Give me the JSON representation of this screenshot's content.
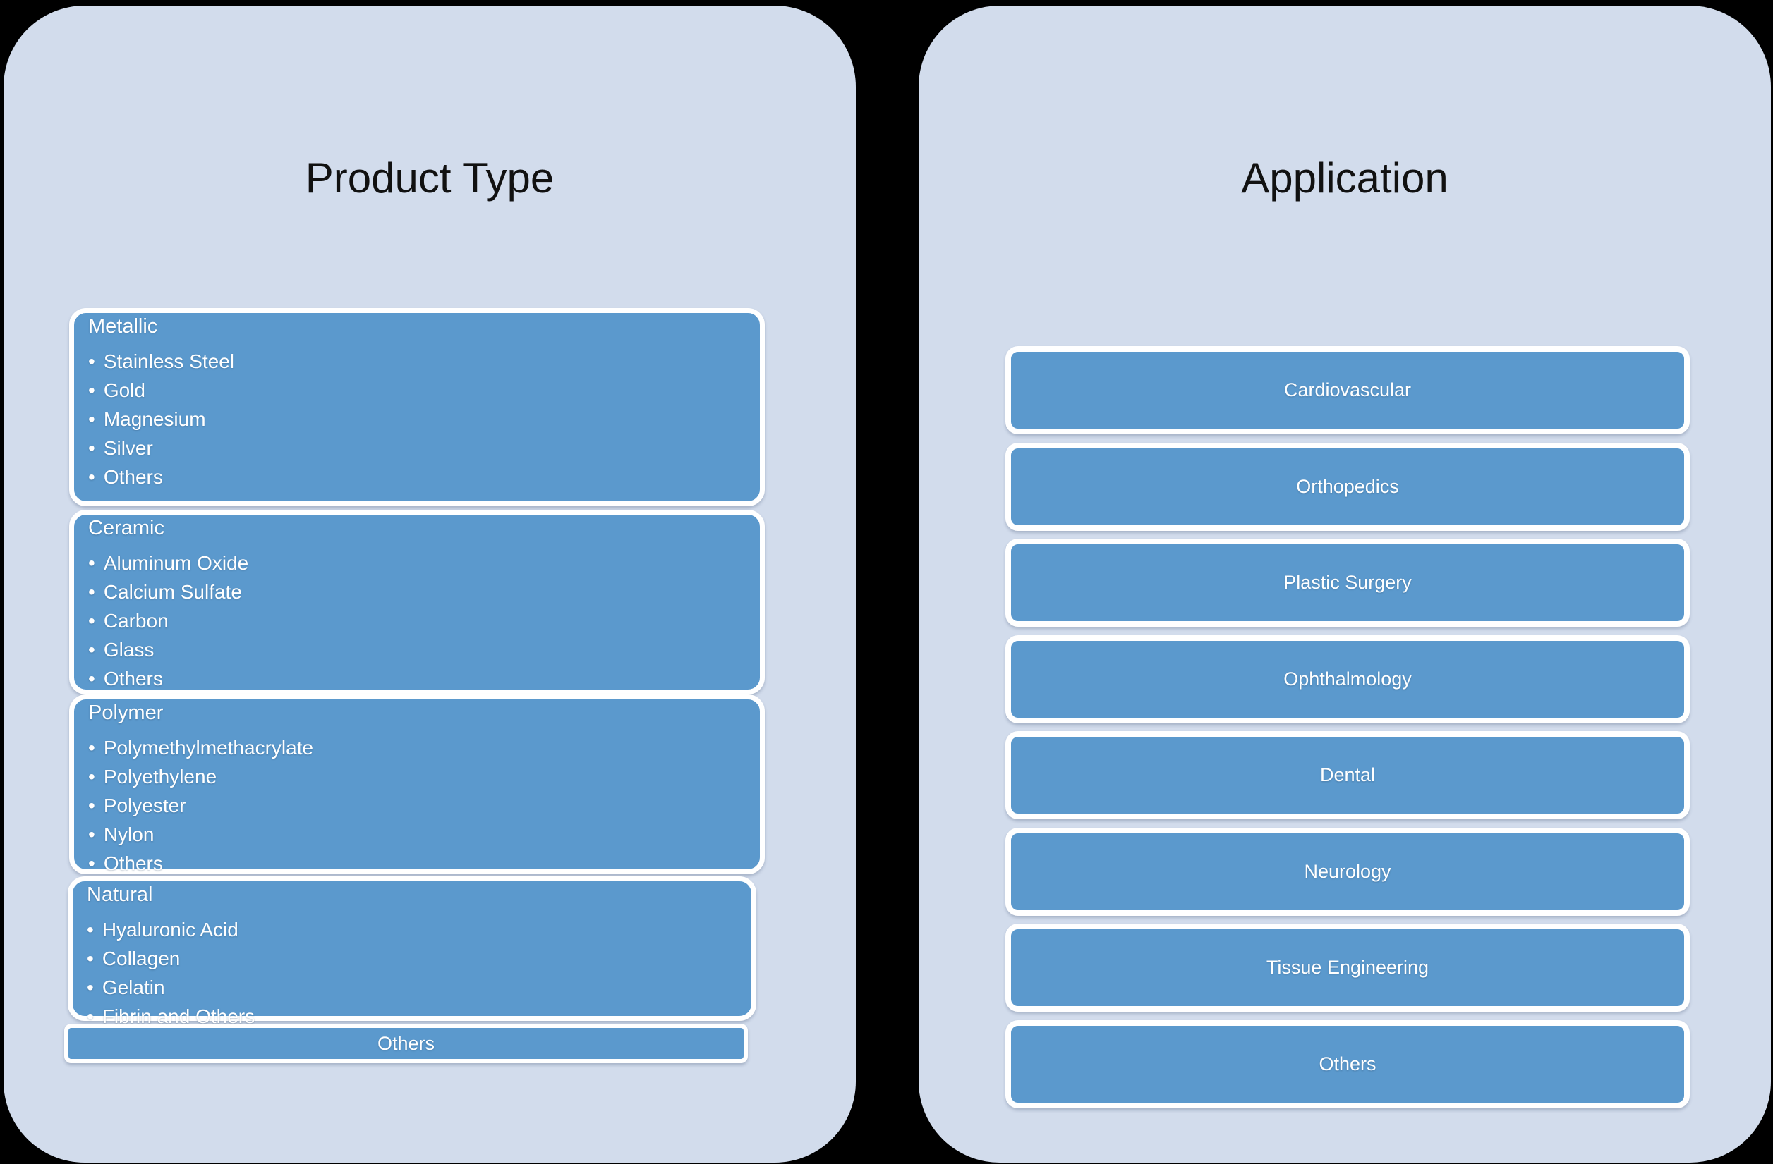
{
  "product_type": {
    "title": "Product Type",
    "categories": [
      {
        "name": "Metallic",
        "items": [
          "Stainless Steel",
          "Gold",
          "Magnesium",
          "Silver",
          "Others"
        ]
      },
      {
        "name": "Ceramic",
        "items": [
          "Aluminum Oxide",
          "Calcium Sulfate",
          "Carbon",
          "Glass",
          "Others"
        ]
      },
      {
        "name": "Polymer",
        "items": [
          "Polymethylmethacrylate",
          "Polyethylene",
          "Polyester",
          "Nylon",
          "Others"
        ]
      },
      {
        "name": "Natural",
        "items": [
          "Hyaluronic Acid",
          "Collagen",
          "Gelatin",
          "Fibrin and Others"
        ]
      }
    ],
    "footer_box": "Others"
  },
  "application": {
    "title": "Application",
    "boxes": [
      "Cardiovascular",
      "Orthopedics",
      "Plastic Surgery",
      "Ophthalmology",
      "Dental",
      "Neurology",
      "Tissue Engineering",
      "Others"
    ]
  },
  "bullet_glyph": "•",
  "colors": {
    "background": "#000000",
    "panel": "#d2dcec",
    "box_fill": "#5b99cd",
    "box_border": "#ffffff",
    "title_text": "#111111",
    "box_text": "#ffffff"
  }
}
